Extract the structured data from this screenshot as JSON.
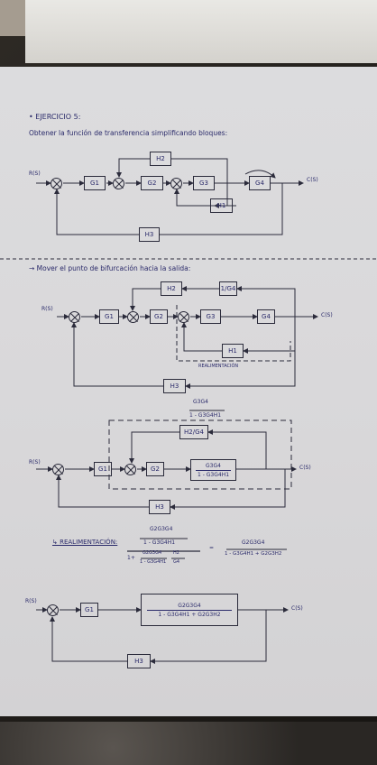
{
  "header": {
    "title": "• EJERCICIO 5:",
    "task": "Obtener la función de transferencia simplificando bloques:"
  },
  "diagram1": {
    "input": "R(S)",
    "output": "C(S)",
    "blocks": {
      "g1": "G1",
      "g2": "G2",
      "g3": "G3",
      "g4": "G4",
      "h1": "H1",
      "h2": "H2",
      "h3": "H3"
    }
  },
  "step1": {
    "note": "→ Mover el punto de bifurcación hacia la salida:",
    "input": "R(S)",
    "output": "C(S)",
    "blocks": {
      "g1": "G1",
      "g2": "G2",
      "g3": "G3",
      "g4": "G4",
      "h1": "H1",
      "h2": "H2",
      "inv_g4": "1/G4",
      "h3": "H3"
    },
    "label": "REALIMENTACIÓN"
  },
  "step2": {
    "top_num": "G3G4",
    "top_den": "1 - G3G4H1",
    "input": "R(S)",
    "output": "C(S)",
    "blocks": {
      "g1": "G1",
      "g2": "G2",
      "h2g4": "H2/G4",
      "h3": "H3"
    },
    "frac_num": "G3G4",
    "frac_den": "1 - G3G4H1"
  },
  "equation": {
    "label": "↳ REALIMENTACIÓN:",
    "main_num_num": "G2G3G4",
    "main_num_den": "1 - G3G4H1",
    "one_plus": "1+",
    "inner_num": "G2G3G4",
    "inner_den": "1 - G3G4H1",
    "h2": "H2",
    "g4": "G4",
    "equals": "=",
    "result_num": "G2G3G4",
    "result_den": "1 - G3G4H1 + G2G3H2"
  },
  "diagram4": {
    "input": "R(S)",
    "output": "C(S)",
    "blocks": {
      "g1": "G1",
      "h3": "H3"
    },
    "frac_num": "G2G3G4",
    "frac_den": "1 - G3G4H1 + G2G3H2"
  }
}
